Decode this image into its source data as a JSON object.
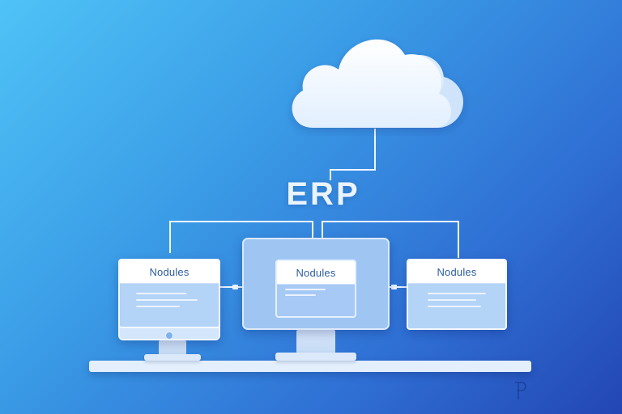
{
  "diagram": {
    "title": "ERP",
    "cloud": {
      "icon": "cloud-icon"
    },
    "modules": [
      {
        "label": "Nodules"
      },
      {
        "label": "Nodules"
      },
      {
        "label": "Nodules"
      }
    ],
    "colors": {
      "background_start": "#4fc3f7",
      "background_end": "#2346b4",
      "card": "#b3d3f7",
      "connector": "#eef6ff"
    }
  }
}
